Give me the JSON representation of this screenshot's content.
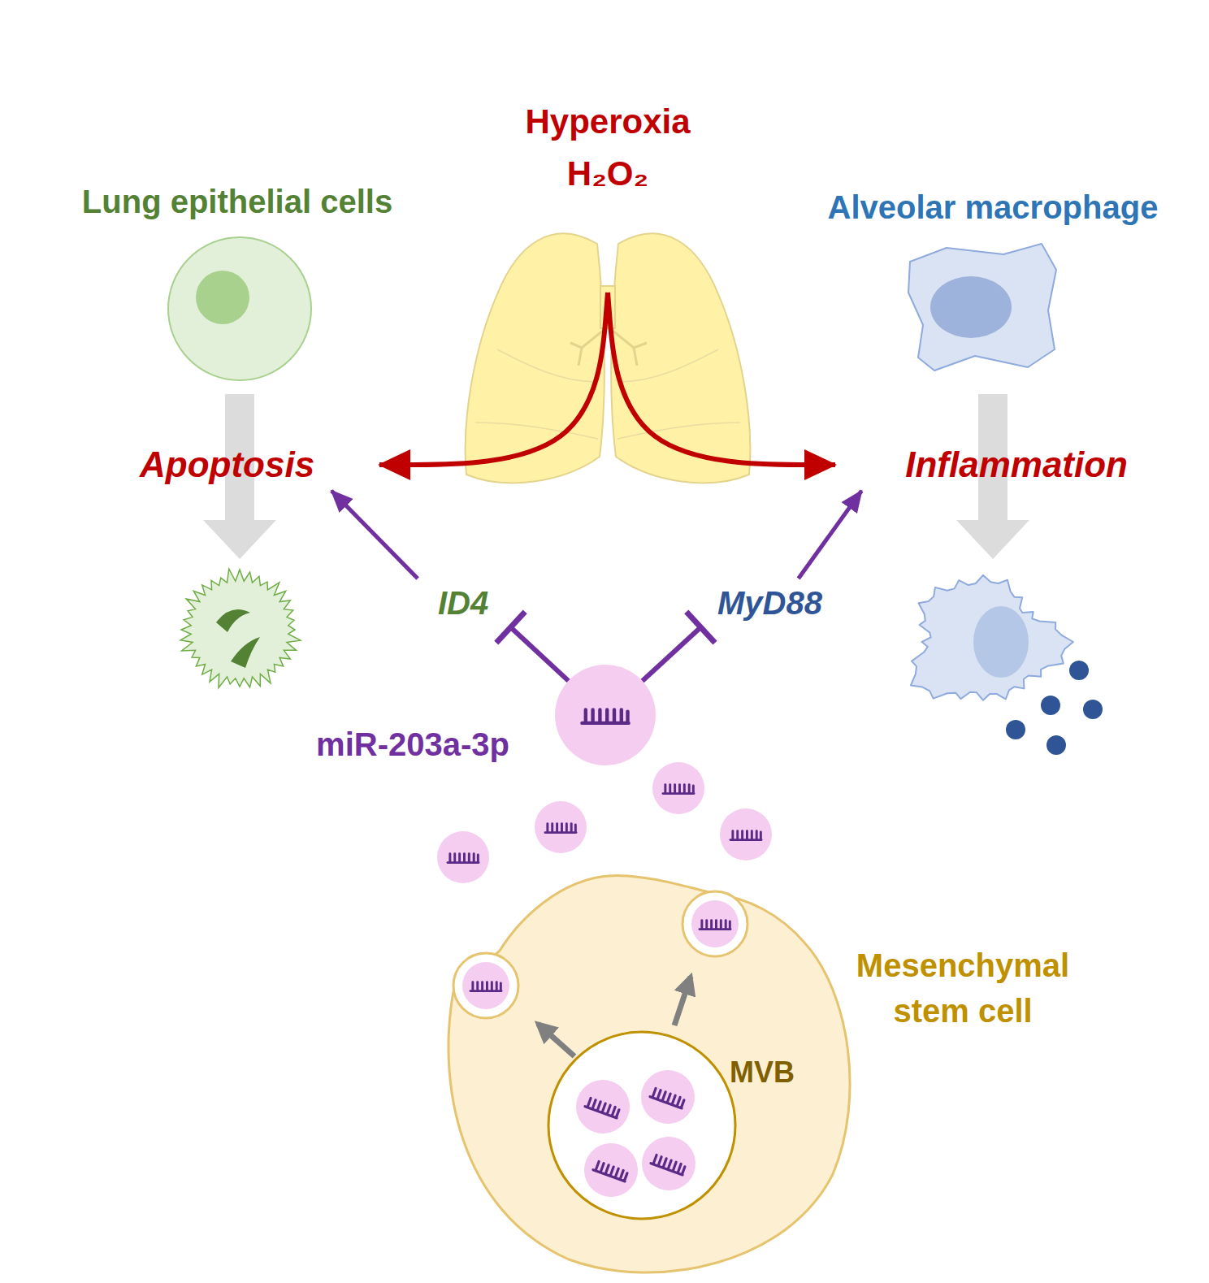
{
  "diagram": {
    "nodes": [
      {
        "text": [
          "Hyperoxia",
          "H₂O₂"
        ]
      },
      {
        "text": [
          "Lung epithelial cells"
        ]
      },
      {
        "text": [
          "Alveolar macrophage"
        ]
      },
      {
        "text": [
          "Apoptosis"
        ]
      },
      {
        "text": [
          "Inflammation"
        ]
      },
      {
        "text": [
          "ID4"
        ]
      },
      {
        "text": [
          "MyD88"
        ]
      },
      {
        "text": [
          "miR-203a-3p"
        ]
      },
      {
        "text": [
          "Mesenchymal stem cell"
        ]
      },
      {
        "text": [
          "MVB"
        ],
        "in": 8
      }
    ],
    "edges": [
      {
        "from": 0,
        "to": 3,
        "arrow": "to"
      },
      {
        "from": 0,
        "to": 4,
        "arrow": "to"
      },
      {
        "from": 5,
        "to": 3,
        "arrow": "to"
      },
      {
        "from": 6,
        "to": 4,
        "arrow": "to"
      },
      {
        "from": 7,
        "to": 5,
        "arrow": "to"
      },
      {
        "from": 7,
        "to": 6,
        "arrow": "to"
      }
    ]
  }
}
